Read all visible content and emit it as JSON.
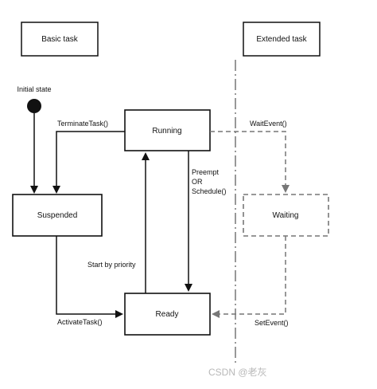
{
  "headers": {
    "basic": "Basic task",
    "extended": "Extended task"
  },
  "initial_state_label": "Initial state",
  "states": {
    "running": "Running",
    "suspended": "Suspended",
    "ready": "Ready",
    "waiting": "Waiting"
  },
  "transitions": {
    "terminate": "TerminateTask()",
    "preempt_line1": "Preempt",
    "preempt_line2": "OR",
    "preempt_line3": "Schedule()",
    "start": "Start by priority",
    "activate": "ActivateTask()",
    "wait": "WaitEvent()",
    "set": "SetEvent()"
  },
  "watermark": "CSDN @老灰",
  "colors": {
    "line": "#111111",
    "dashed": "#777777"
  }
}
